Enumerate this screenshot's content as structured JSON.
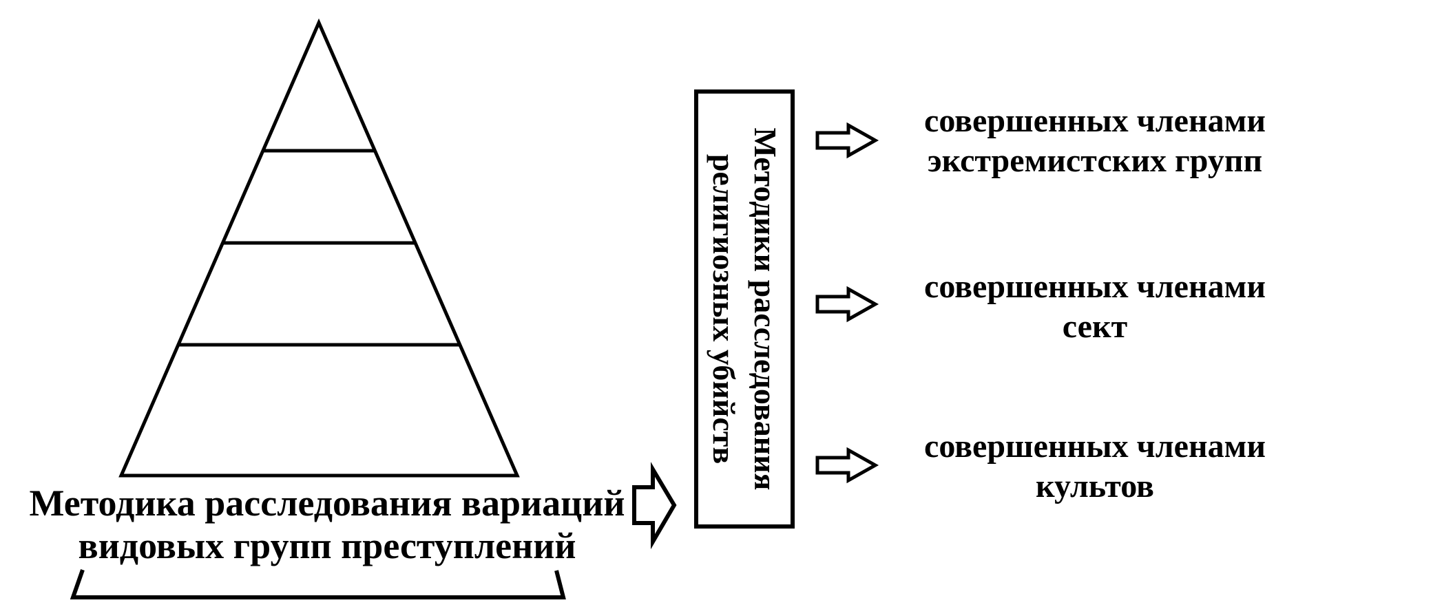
{
  "diagram": {
    "pyramid": {
      "levels": 4
    },
    "pyramid_label": {
      "line1": "Методика расследования вариаций",
      "line2": "видовых групп преступлений"
    },
    "center_box": {
      "line1": "Методики расследования",
      "line2": "религиозных убийств"
    },
    "branches": [
      {
        "line1": "совершенных членами",
        "line2": "экстремистских групп"
      },
      {
        "line1": "совершенных членами",
        "line2": "сект"
      },
      {
        "line1": "совершенных членами",
        "line2": "культов"
      }
    ],
    "colors": {
      "stroke": "#000000",
      "background": "#ffffff"
    }
  }
}
